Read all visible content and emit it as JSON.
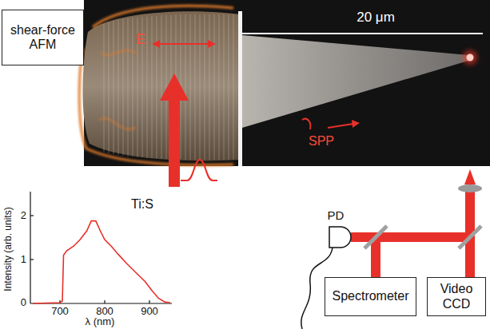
{
  "diagram": {
    "nodes": [
      {
        "text": [
          "shear-force AFM"
        ]
      },
      {
        "text": [
          "Spectrometer"
        ]
      },
      {
        "text": [
          "Video CCD"
        ]
      }
    ],
    "labels": [
      "20 μm",
      "E",
      "SPP",
      "Ti:S",
      "Intensity (arb. units)",
      "2",
      "1",
      "0",
      "PD",
      "700",
      "800",
      "900",
      "λ (nm)"
    ]
  }
}
